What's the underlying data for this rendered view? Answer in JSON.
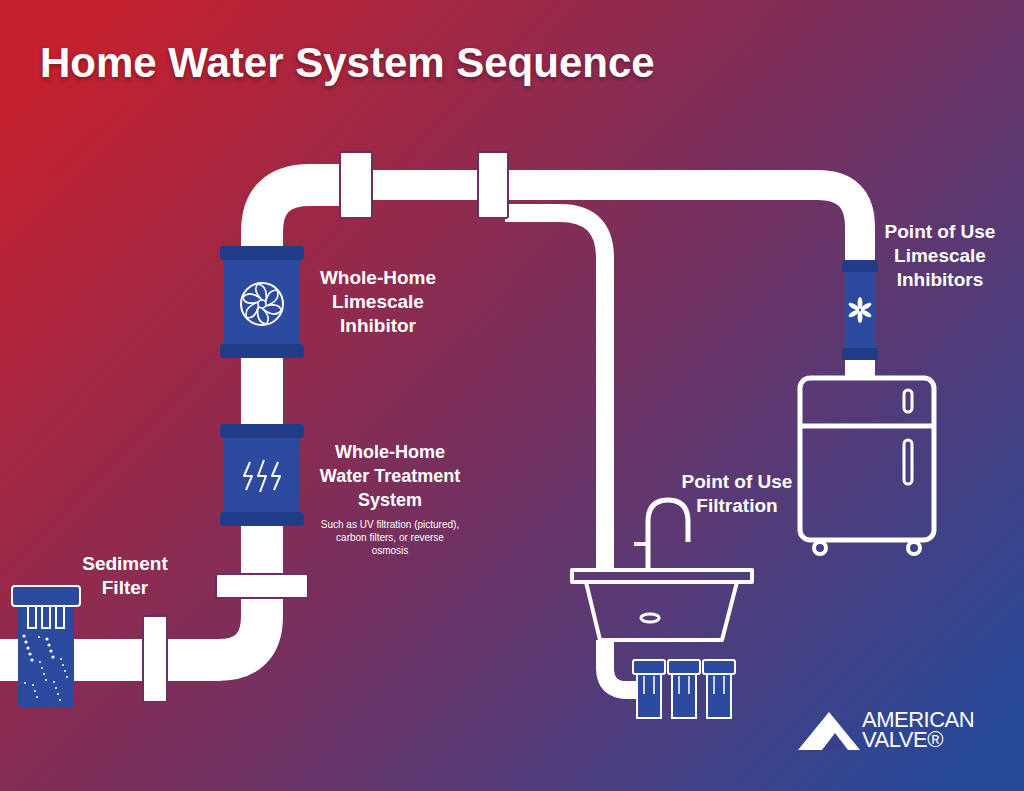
{
  "diagram": {
    "title": "Home Water System Sequence",
    "labels": [
      "Whole-Home Limescale Inhibitor",
      "Point of Use Limescale Inhibitors",
      "Whole-Home Water Treatment System",
      "Such as UV filtration (pictured), carbon filters, or reverse osmosis",
      "Point of Use Filtration",
      "Sediment Filter",
      "AMERICAN VALVE®"
    ]
  }
}
